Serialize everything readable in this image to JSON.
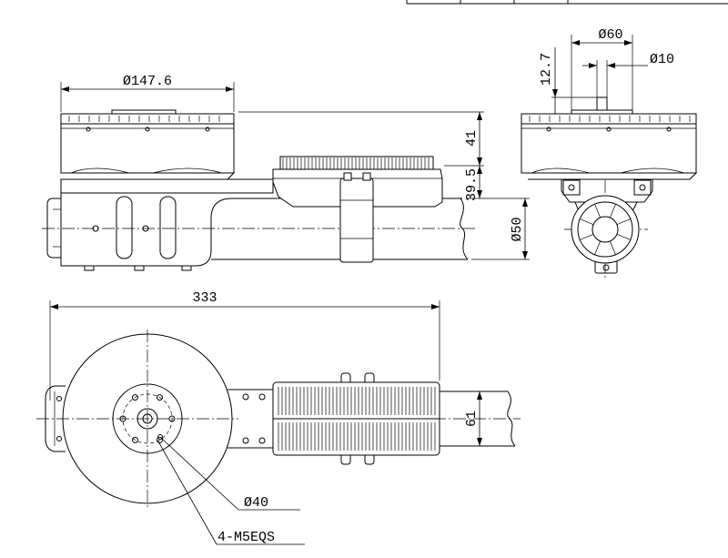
{
  "side_view": {
    "top_diameter": "Ø60",
    "shaft_diameter": "Ø10",
    "shaft_height": "12.7"
  },
  "front_view": {
    "motor_diameter": "Ø147.6",
    "motor_height": "41",
    "mount_height": "39.5",
    "tube_diameter": "Ø50"
  },
  "top_view": {
    "overall_length": "333",
    "heatsink_width": "61",
    "circle_diameter": "Ø40",
    "hole_callout": "4-M5EQS"
  }
}
